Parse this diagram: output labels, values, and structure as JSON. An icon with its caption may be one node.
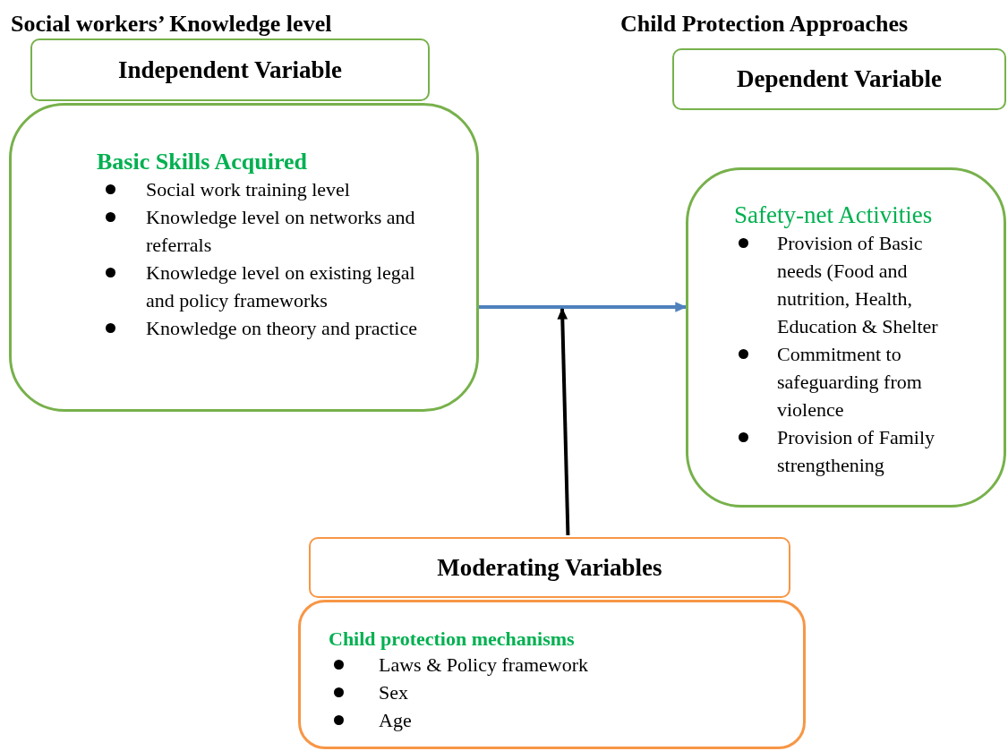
{
  "diagram": {
    "nodes": [
      {
        "text": [
          "Independent Variable"
        ]
      },
      {
        "text": [
          "Basic Skills Acquired",
          "Social work training level",
          "Knowledge level on networks and referrals",
          "Knowledge level on existing legal and policy frameworks",
          "Knowledge on theory and practice"
        ]
      },
      {
        "text": [
          "Dependent Variable"
        ]
      },
      {
        "text": [
          "Safety-net Activities",
          "Provision of Basic needs (Food and nutrition, Health, Education & Shelter",
          "Commitment to safeguarding from violence",
          "Provision of Family strengthening"
        ]
      },
      {
        "text": [
          "Moderating Variables"
        ]
      },
      {
        "text": [
          "Child protection mechanisms",
          "Laws & Policy framework",
          "Sex",
          "Age"
        ]
      }
    ],
    "edges": [
      {
        "from": 1,
        "to": 3,
        "arrow": "to",
        "color": "#4f81bd"
      },
      {
        "from": 4,
        "to": null,
        "arrow": "to",
        "color": "#000000"
      }
    ],
    "labels": [
      "Social workers’ Knowledge level",
      "Child Protection Approaches"
    ]
  }
}
